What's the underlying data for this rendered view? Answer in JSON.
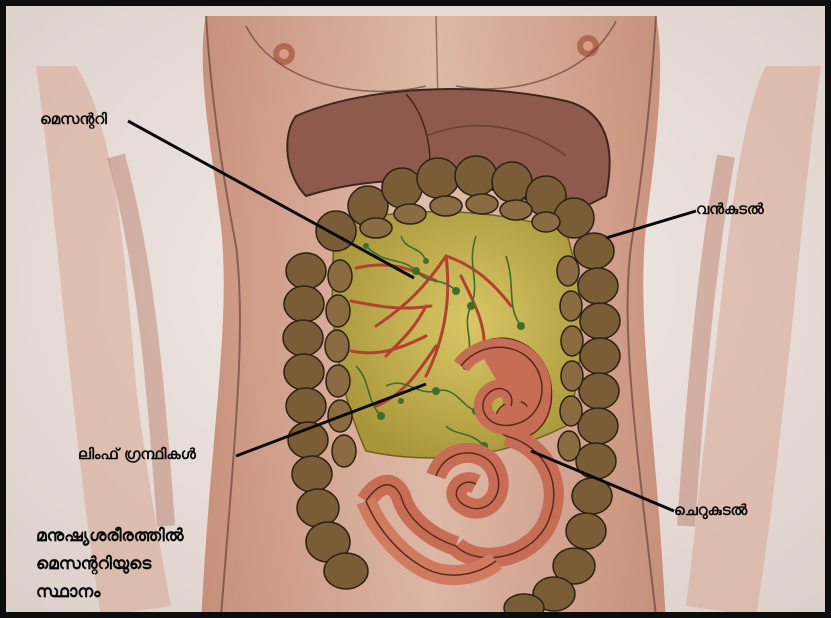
{
  "diagram": {
    "labels": {
      "mesentery": "മെസന്ററി",
      "large_intestine": "വൻകുടൽ",
      "lymph_nodes": "ലിംഫ് ഗ്രന്ഥികൾ",
      "small_intestine": "ചെറുകുടൽ"
    },
    "caption": {
      "line1": "മനുഷ്യശരീരത്തിൽ",
      "line2": "മെസന്ററിയുടെ",
      "line3": "സ്ഥാനം"
    }
  },
  "colors": {
    "skin": "#c07a5e",
    "skin_light": "#e8c2ae",
    "background": "#efe6e2",
    "liver": "#8f5a4e",
    "colon": "#6e5230",
    "mesentery_bg": "#c9b451",
    "vessels": "#b0432f",
    "lymph": "#3d6e2a",
    "small_intestine": "#c76d55"
  }
}
